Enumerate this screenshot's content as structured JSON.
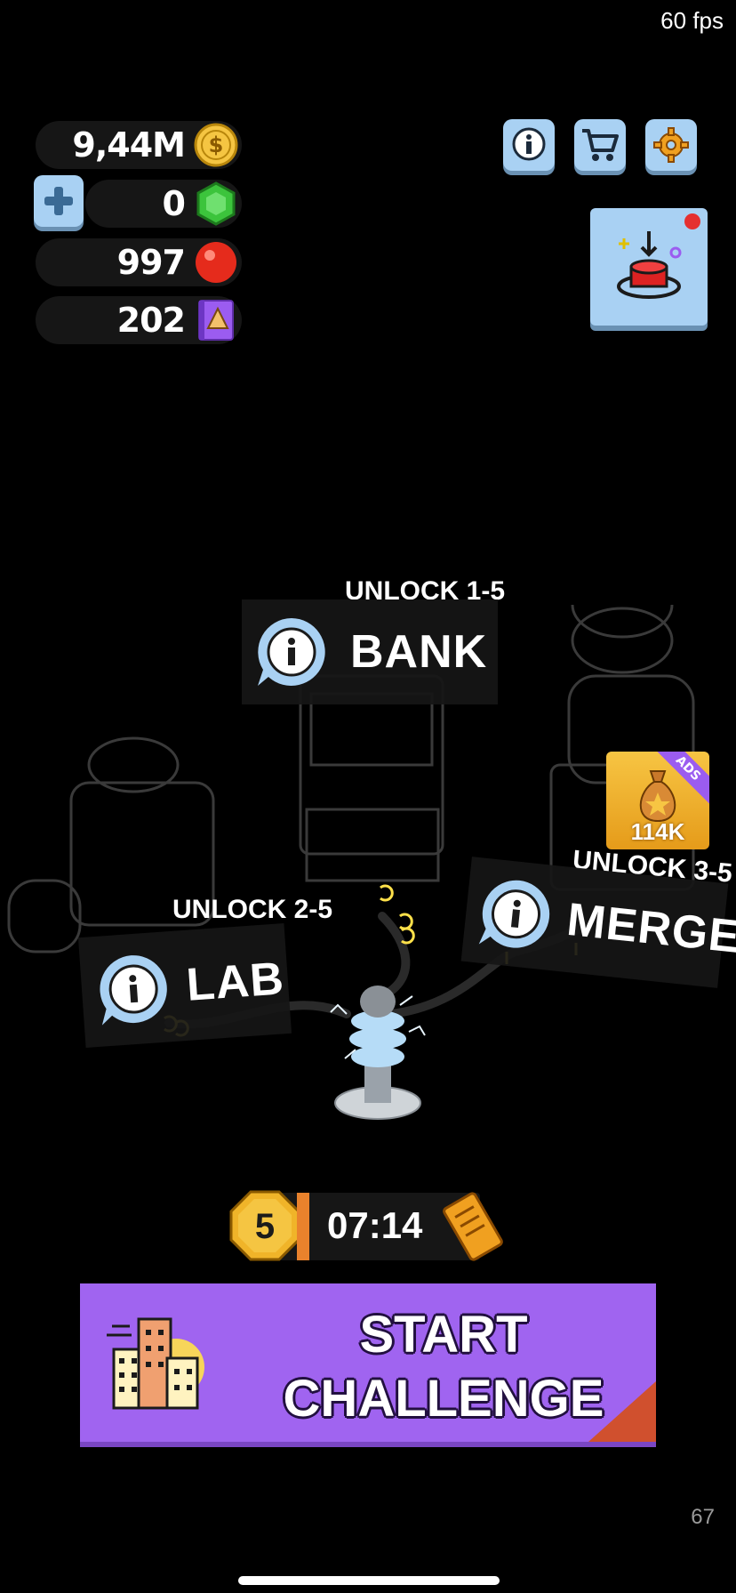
{
  "status": {
    "fps": "60 fps"
  },
  "currencies": {
    "coins": "9,44M",
    "gems": "0",
    "orbs": "997",
    "books": "202"
  },
  "buildings": {
    "bank": {
      "unlock": "UNLOCK 1-5",
      "name": "BANK"
    },
    "lab": {
      "unlock": "UNLOCK 2-5",
      "name": "LAB"
    },
    "merge": {
      "unlock": "UNLOCK 3-5",
      "name": "MERGE"
    }
  },
  "ads_reward": {
    "badge": "ADS",
    "amount": "114K"
  },
  "challenge": {
    "level": "5",
    "timer": "07:14",
    "start_line1": "START",
    "start_line2": "CHALLENGE"
  },
  "footer": {
    "page_number": "67"
  },
  "colors": {
    "button_blue": "#a9d1f3",
    "start_purple": "#a064f0",
    "coin_gold": "#f5c542",
    "gem_green": "#3cc43c",
    "orb_red": "#e52b1c"
  }
}
